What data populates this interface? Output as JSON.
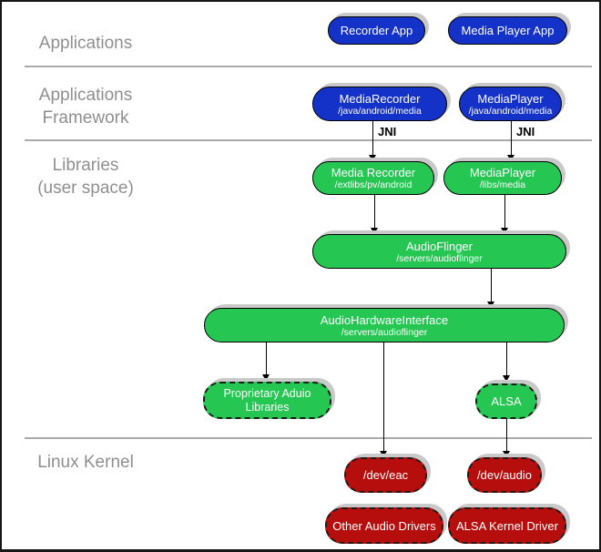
{
  "layers": {
    "applications": {
      "label": "Applications"
    },
    "framework": {
      "label_line1": "Applications",
      "label_line2": "Framework"
    },
    "libraries": {
      "label_line1": "Libraries",
      "label_line2": "(user space)"
    },
    "kernel": {
      "label": "Linux Kernel"
    }
  },
  "nodes": {
    "recorder_app": {
      "title": "Recorder App"
    },
    "media_player_app": {
      "title": "Media Player App"
    },
    "media_recorder_framework": {
      "title": "MediaRecorder",
      "subtitle": "/java/android/media"
    },
    "media_player_framework": {
      "title": "MediaPlayer",
      "subtitle": "/java/android/media"
    },
    "media_recorder_lib": {
      "title": "Media Recorder",
      "subtitle": "/extlibs/pv/android"
    },
    "media_player_lib": {
      "title": "MediaPlayer",
      "subtitle": "/libs/media"
    },
    "audioflinger": {
      "title": "AudioFlinger",
      "subtitle": "/servers/audioflinger"
    },
    "audio_hardware_interface": {
      "title": "AudioHardwareInterface",
      "subtitle": "/servers/audioflinger"
    },
    "proprietary_audio_libraries": {
      "title": "Proprietary Aduio Libraries"
    },
    "alsa": {
      "title": "ALSA"
    },
    "dev_eac": {
      "title": "/dev/eac"
    },
    "dev_audio": {
      "title": "/dev/audio"
    },
    "other_audio_drivers": {
      "title": "Other Audio Drivers"
    },
    "alsa_kernel_driver": {
      "title": "ALSA Kernel Driver"
    }
  },
  "edge_labels": {
    "jni_left": "JNI",
    "jni_right": "JNI"
  },
  "colors": {
    "app_blue": "#1431c8",
    "lib_green": "#26c653",
    "kernel_red": "#b60d0d",
    "shadow_gray": "#c9c9c9",
    "layer_label_gray": "#8f8f8f",
    "divider_gray": "#aaaaaa"
  }
}
